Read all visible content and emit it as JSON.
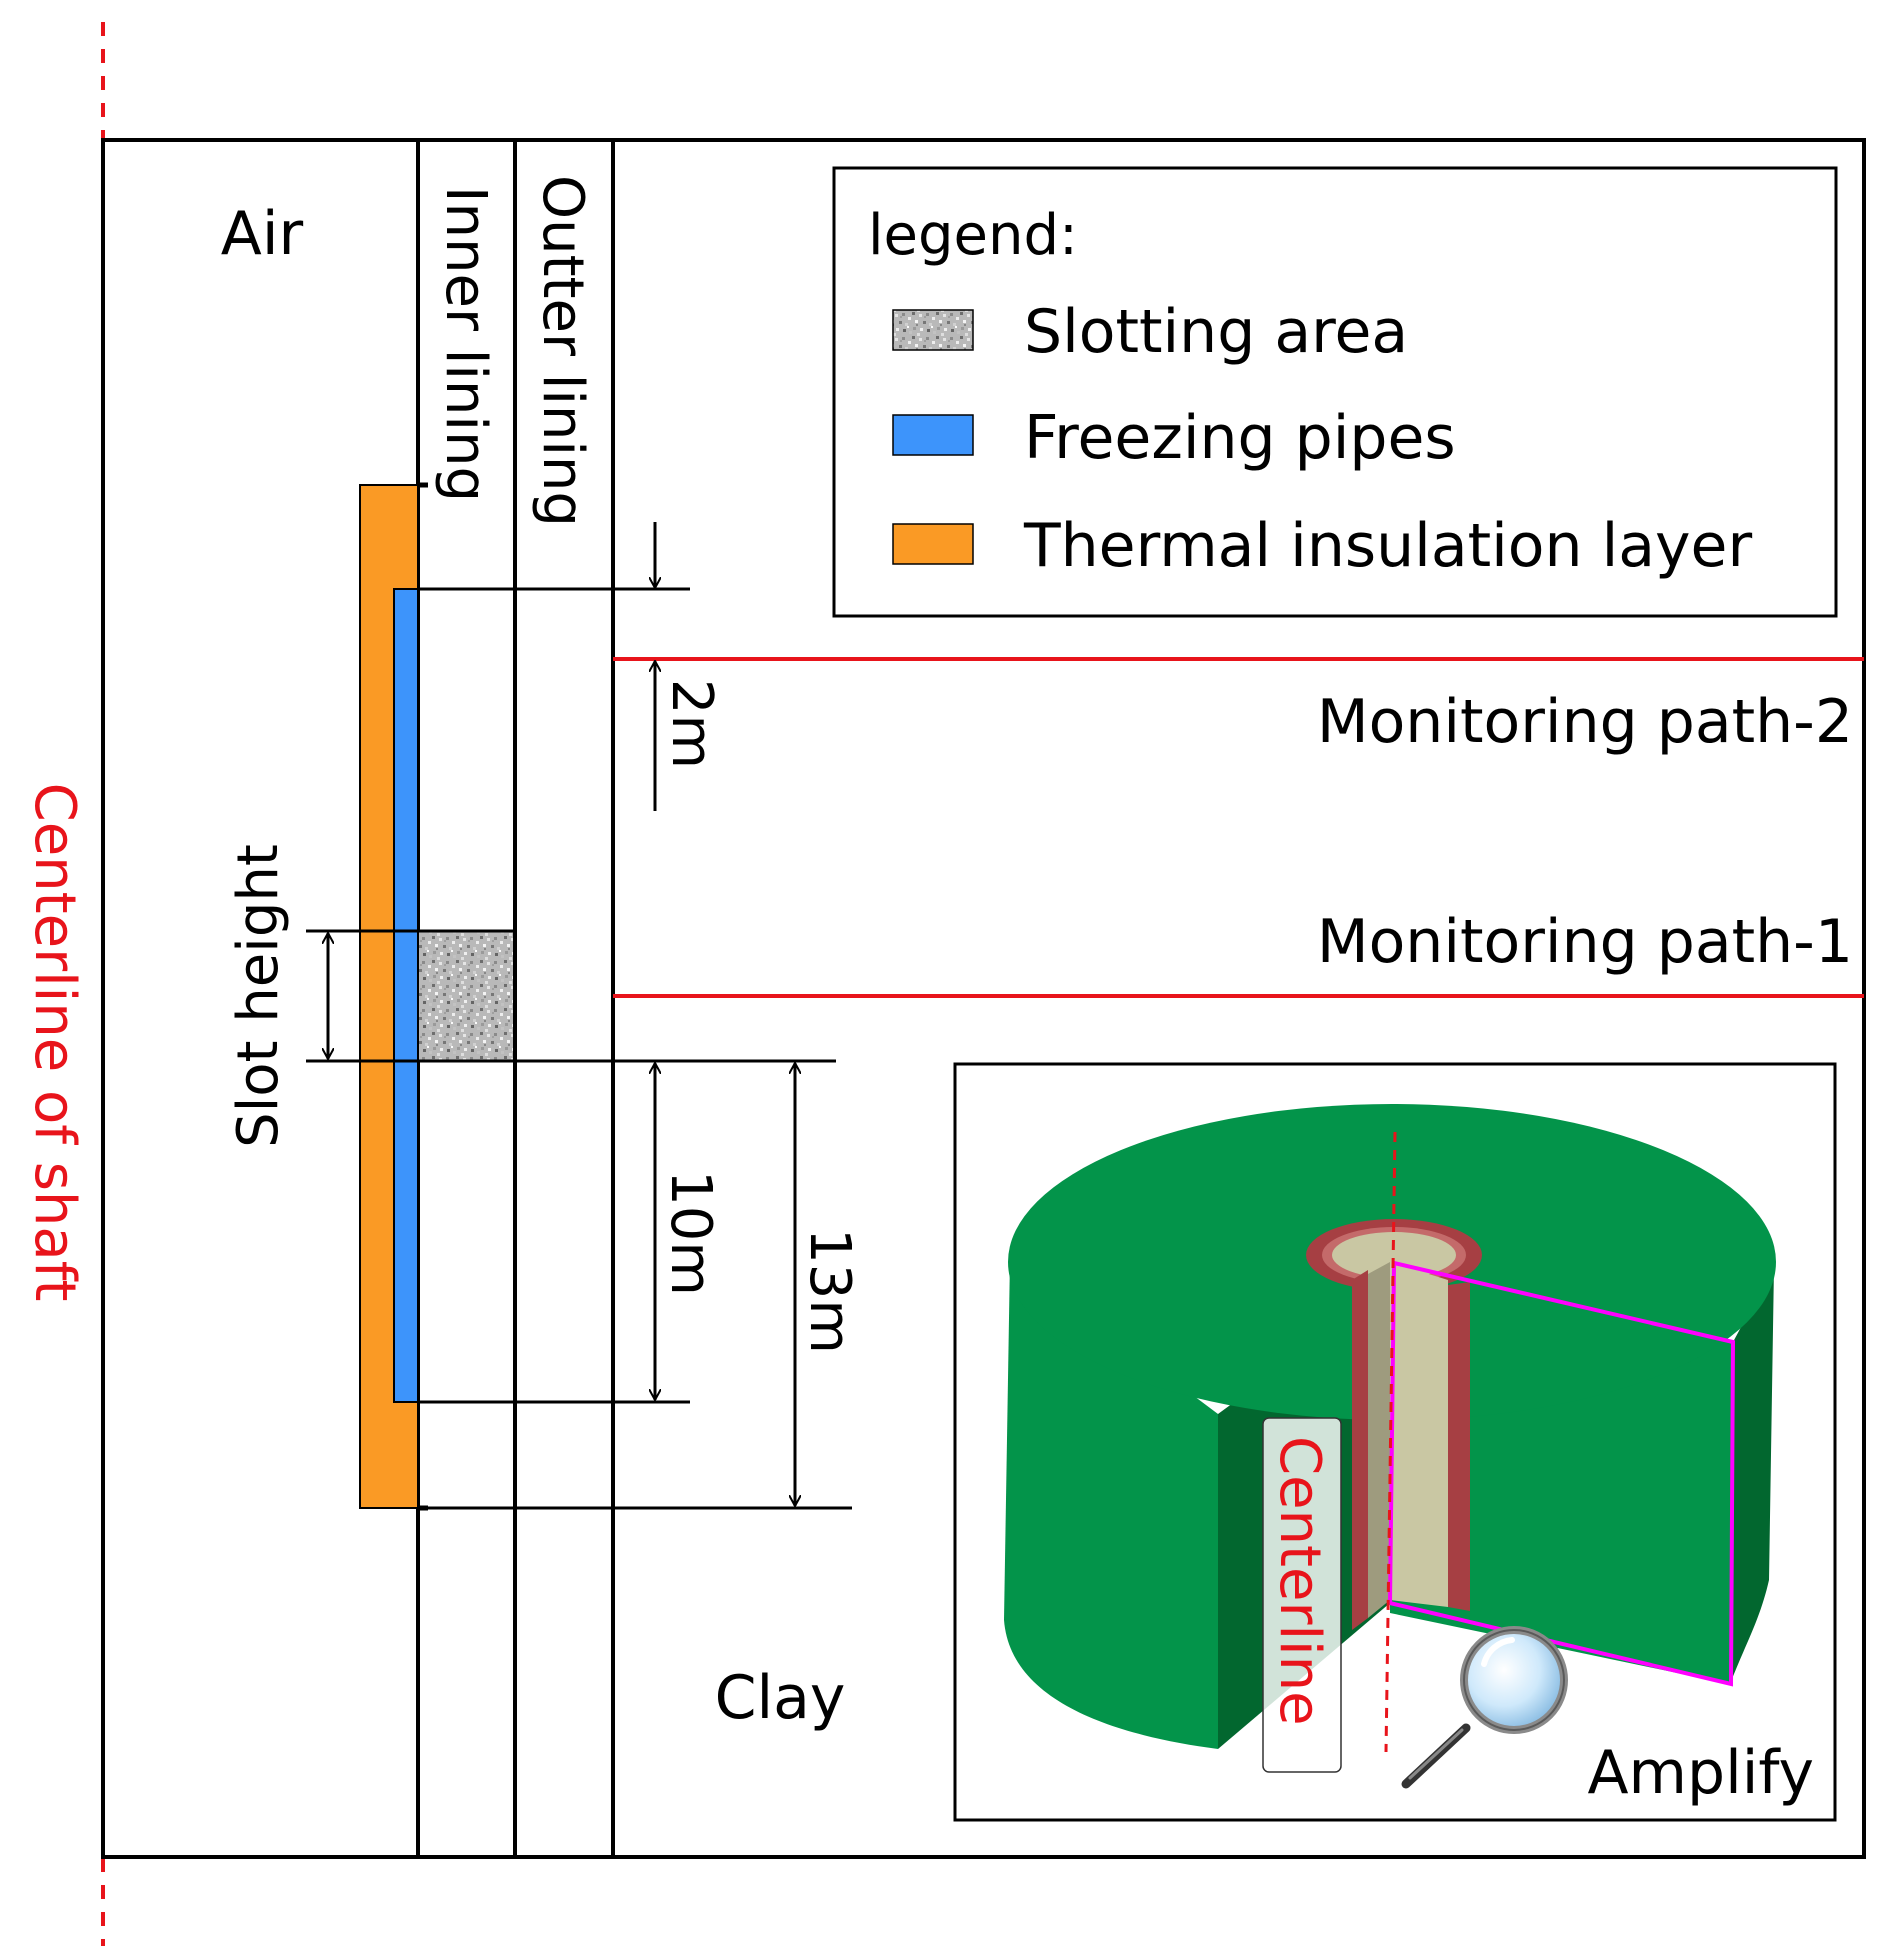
{
  "regions": {
    "air": "Air",
    "inner_lining": "Inner lining",
    "outer_lining": "Outter lining",
    "clay": "Clay"
  },
  "legend": {
    "title": "legend:",
    "items": [
      {
        "label": "Slotting area",
        "swatch": "noise-gray"
      },
      {
        "label": "Freezing pipes",
        "color": "#3d94fb"
      },
      {
        "label": "Thermal insulation layer",
        "color": "#fa9a25"
      }
    ]
  },
  "monitoring_paths": {
    "path2": "Monitoring path-2",
    "path1": "Monitoring path-1"
  },
  "dimensions": {
    "offset": "2m",
    "freezing_length": "10m",
    "insulation_length": "13m",
    "slot_height": "Slot height"
  },
  "centerline_label": "Centerline of shaft",
  "inset": {
    "centerline_label": "Centerline",
    "amplify_label": "Amplify",
    "magnifier": "magnifying-glass-icon"
  },
  "colors": {
    "centerline": "#e8141b",
    "monitoring_line": "#e8141b",
    "freezing_pipe": "#3d94fb",
    "insulation": "#fa9a25",
    "soil_green": "#03944a",
    "soil_dark": "#02672f",
    "lining": "#c9c7a3",
    "lining_edge": "#a63f43",
    "section_outline": "#ff00ff"
  }
}
